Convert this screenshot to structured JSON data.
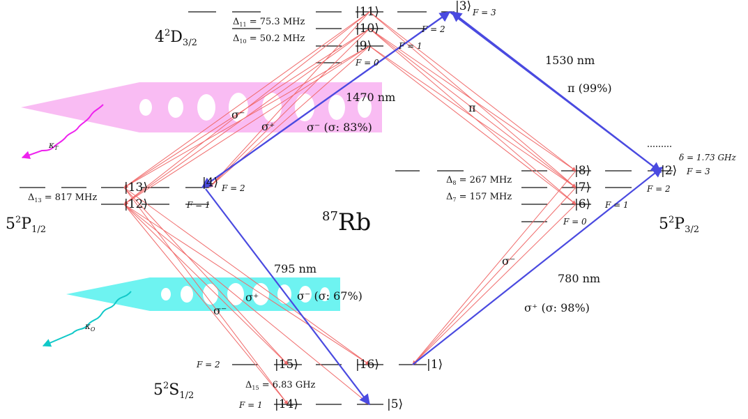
{
  "atom": {
    "iso": "87",
    "sym": "Rb"
  },
  "manifolds": {
    "d32": {
      "main": "4",
      "sup": "2",
      "letter": "D",
      "sub": "3/2"
    },
    "p12": {
      "main": "5",
      "sup": "2",
      "letter": "P",
      "sub": "1/2"
    },
    "p32": {
      "main": "5",
      "sup": "2",
      "letter": "P",
      "sub": "3/2"
    },
    "s12": {
      "main": "5",
      "sup": "2",
      "letter": "S",
      "sub": "1/2"
    }
  },
  "kets": {
    "k1": "|1⟩",
    "k2": "|2⟩",
    "k3": "|3⟩",
    "k4": "|4⟩",
    "k5": "|5⟩",
    "k6": "|6⟩",
    "k7": "|7⟩",
    "k8": "|8⟩",
    "k9": "|9⟩",
    "k10": "|10⟩",
    "k11": "|11⟩",
    "k12": "|12⟩",
    "k13": "|13⟩",
    "k14": "|14⟩",
    "k15": "|15⟩",
    "k16": "|16⟩"
  },
  "flabels": {
    "d_f3": "F = 3",
    "d_f2": "F = 2",
    "d_f1": "F = 1",
    "d_f0": "F = 0",
    "p12_f2": "F = 2",
    "p12_f1": "F = 1",
    "p32_f3": "F = 3",
    "p32_f2": "F = 2",
    "p32_f1": "F = 1",
    "p32_f0": "F = 0",
    "s_f2": "F = 2",
    "s_f1": "F = 1"
  },
  "splittings": {
    "d11": {
      "sym": "Δ",
      "sub": "11",
      "val": " = 75.3 MHz"
    },
    "d10": {
      "sym": "Δ",
      "sub": "10",
      "val": " = 50.2 MHz"
    },
    "d13": {
      "sym": "Δ",
      "sub": "13",
      "val": " = 817 MHz"
    },
    "d8": {
      "sym": "Δ",
      "sub": "8",
      "val": " = 267 MHz"
    },
    "d7": {
      "sym": "Δ",
      "sub": "7",
      "val": " = 157 MHz"
    },
    "d15": {
      "sym": "Δ",
      "sub": "15",
      "val": " = 6.83 GHz"
    },
    "delta": "δ = 1.73 GHz"
  },
  "transitions": {
    "l1530": "1530 nm",
    "pi99": "π (99%)",
    "l1470": "1470 nm",
    "sm83": "σ⁻ (σ: 83%)",
    "l795": "795 nm",
    "sm67": "σ⁻ (σ: 67%)",
    "l780": "780 nm",
    "sp98": "σ⁺ (σ: 98%)",
    "pi": "π",
    "sm_upper": "σ⁻",
    "sp_upper": "σ⁺",
    "sp_lower": "σ⁺",
    "sm_lower": "σ⁻",
    "sm_right": "σ⁻"
  },
  "photons": {
    "kT": {
      "sym": "κ",
      "sub": "T"
    },
    "kO": {
      "sym": "κ",
      "sub": "O"
    }
  },
  "colors": {
    "blue_arrow": "#4a4ae0",
    "red_arrow": "#f06a6a",
    "telecom_beam": "#f9b8f2",
    "telecom_photon": "#ee22ee",
    "optical_beam": "#66f2f0",
    "optical_photon": "#10c8c8",
    "level": "#111111"
  }
}
